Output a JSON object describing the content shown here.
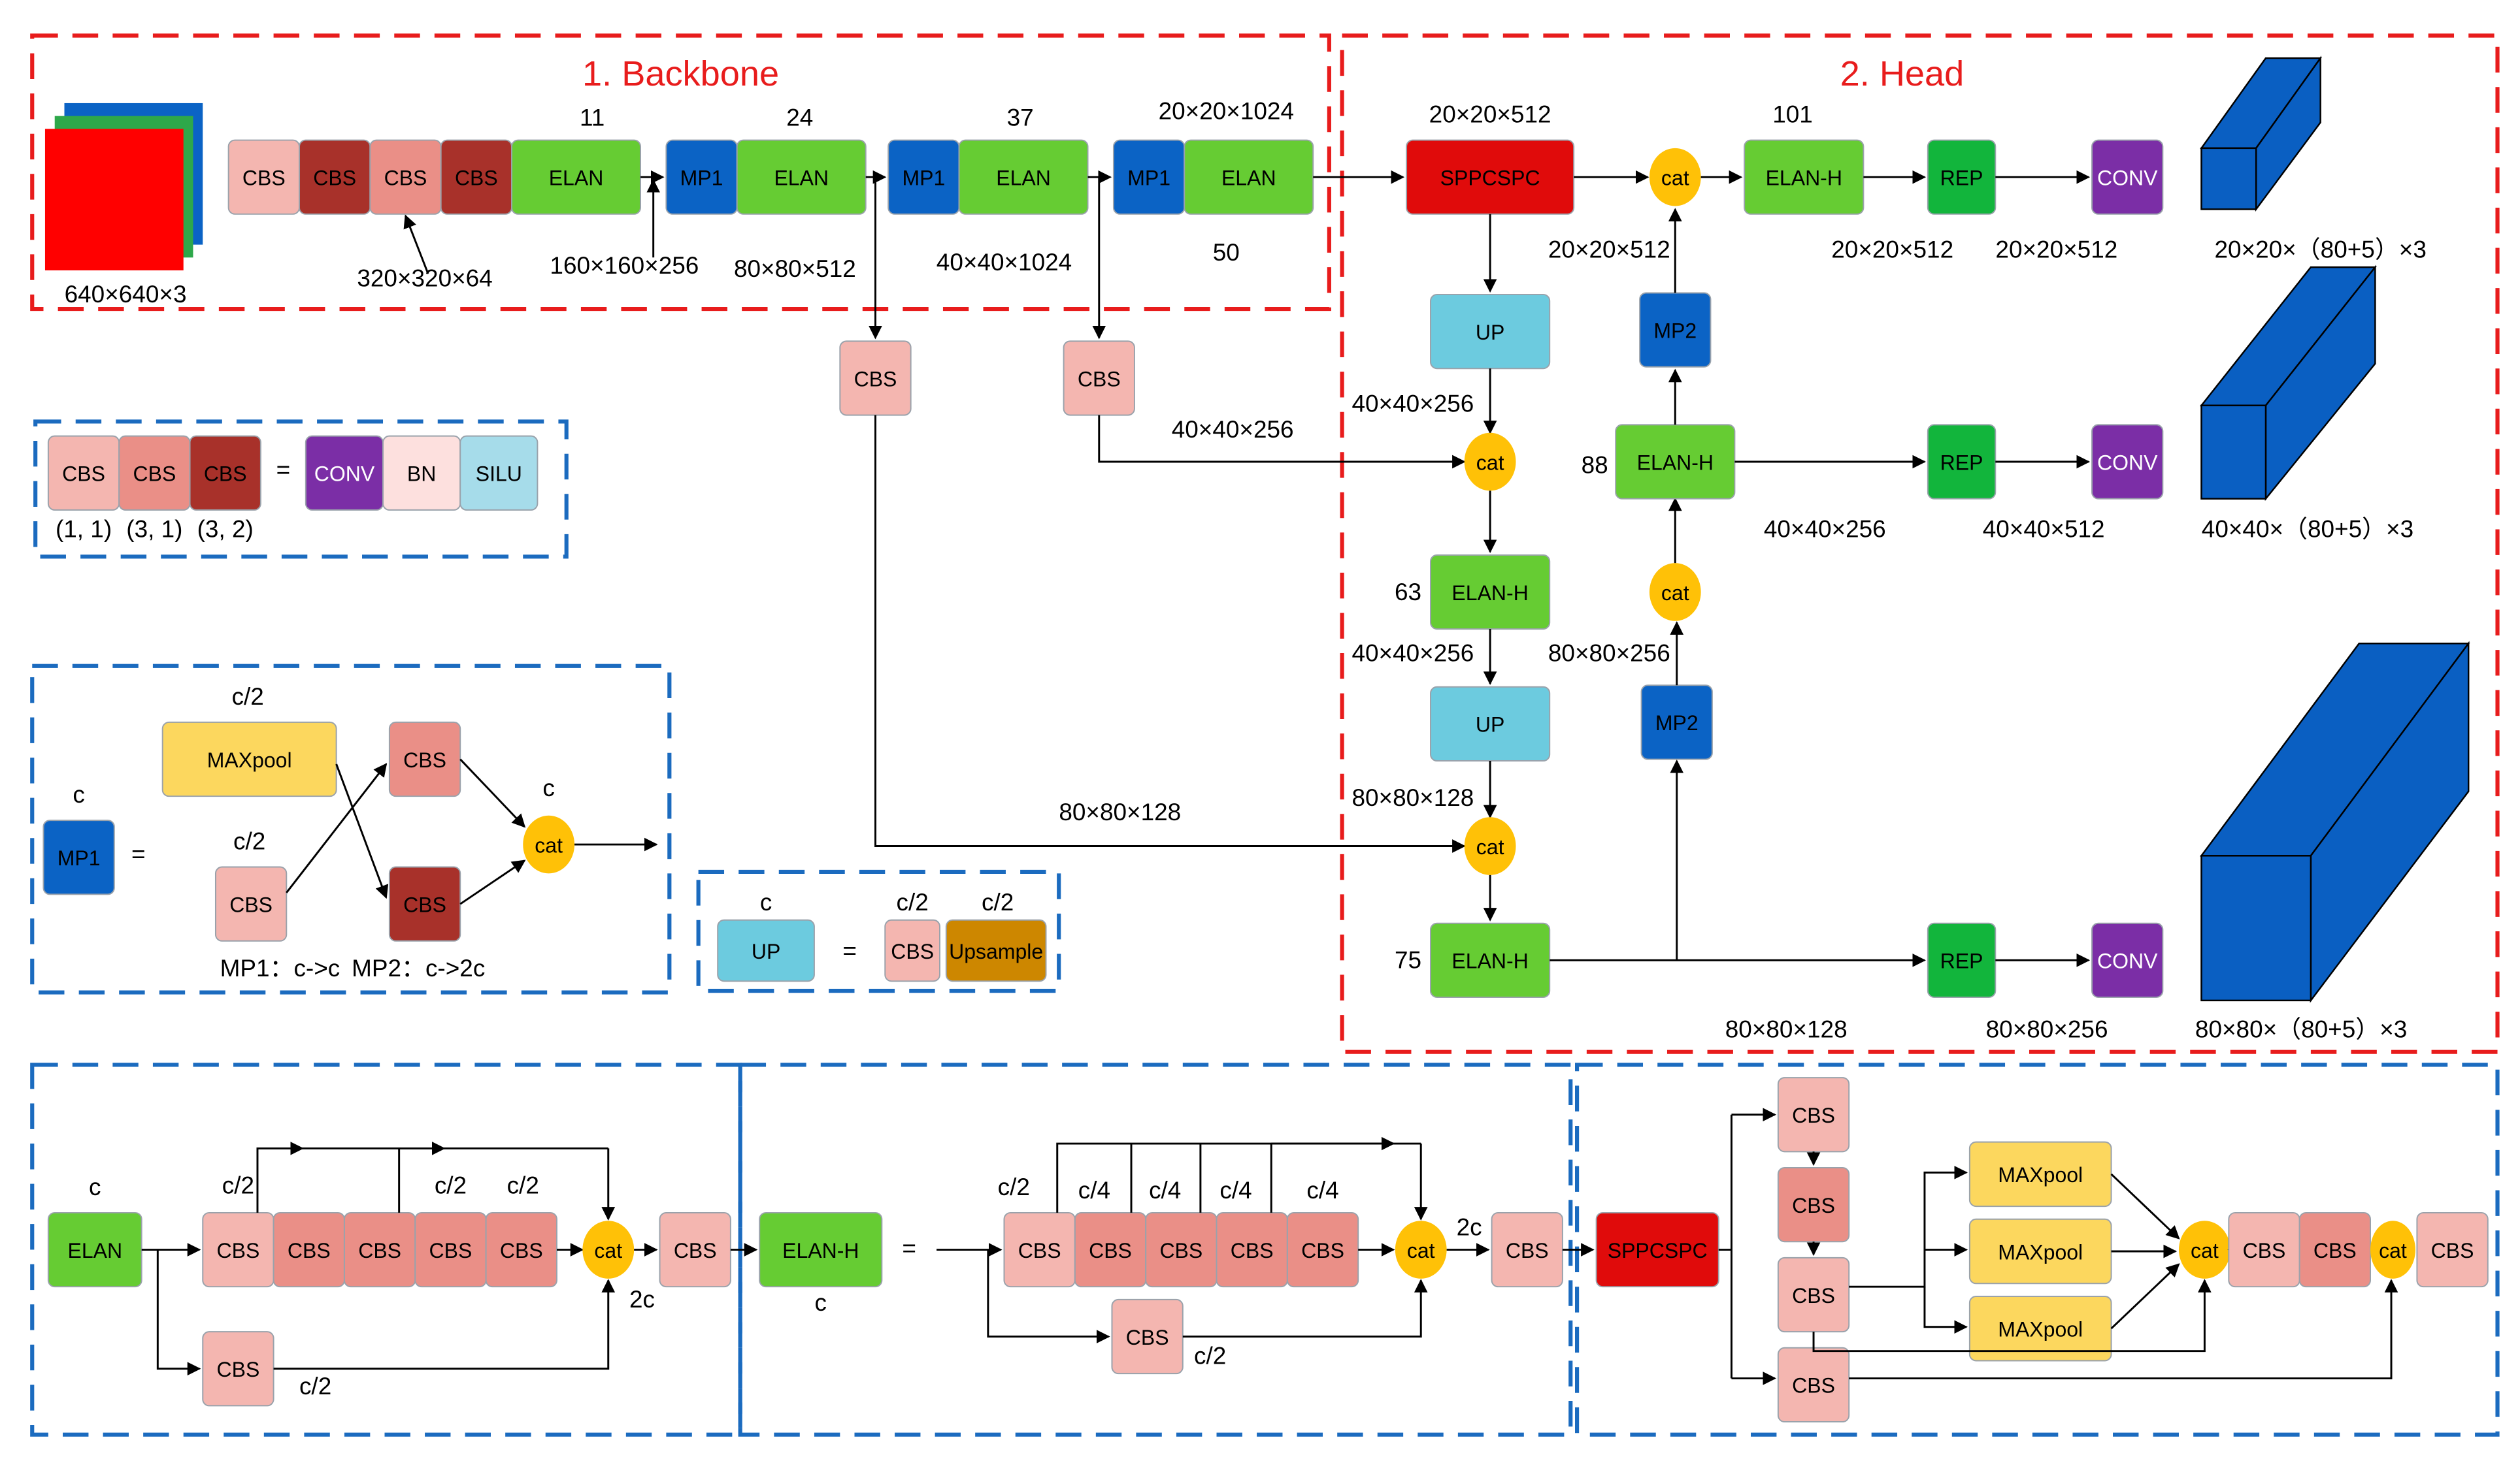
{
  "sections": {
    "backbone": {
      "title": "1. Backbone",
      "color": "#e81c1c"
    },
    "head": {
      "title": "2. Head",
      "color": "#e81c1c"
    }
  },
  "colors": {
    "cbs_light": "#f4b6b0",
    "cbs_mid": "#ea8f87",
    "cbs_dark": "#a8312a",
    "elan": "#66cc33",
    "mp": "#0b63c5",
    "up": "#6ccbdf",
    "sppcspc": "#e00b0b",
    "rep": "#12b53c",
    "conv": "#7b2ea6",
    "cat": "#ffc107",
    "maxpool": "#fcd75e",
    "upsample": "#cd8700",
    "bn": "#fde0de",
    "silu": "#a6dcea",
    "cube": "#0a5fc2",
    "input_red": "#ff0000",
    "input_green": "#2ea84a",
    "input_blue": "#0b63c5",
    "dashed_blue": "#1b6bbf",
    "dashed_red": "#e81c1c"
  },
  "labels": {
    "cbs": "CBS",
    "elan": "ELAN",
    "elan_h": "ELAN-H",
    "mp1": "MP1",
    "mp2": "MP2",
    "up": "UP",
    "cat": "cat",
    "sppcspc": "SPPCSPC",
    "rep": "REP",
    "conv": "CONV",
    "bn": "BN",
    "silu": "SILU",
    "maxpool": "MAXpool",
    "upsample": "Upsample",
    "equals": "="
  },
  "backbone": {
    "input_dims": "640×640×3",
    "dims_320": "320×320×64",
    "dims_160": "160×160×256",
    "dims_80": "80×80×512",
    "dims_40": "40×40×1024",
    "dims_20_top": "20×20×1024",
    "layer_11": "11",
    "layer_24": "24",
    "layer_37": "37",
    "layer_50": "50",
    "dims_40_256": "40×40×256",
    "dims_80_128": "80×80×128"
  },
  "head": {
    "dims_spp": "20×20×512",
    "layer_101": "101",
    "dims_mp2_top": "20×20×512",
    "dims_elanh_top": "20×20×512",
    "dims_rep_top": "20×20×512",
    "out_top": "20×20×（80+5）×3",
    "dims_up1_out": "40×40×256",
    "layer_88": "88",
    "dims_elanh_mid": "40×40×256",
    "dims_rep_mid": "40×40×512",
    "out_mid": "40×40×（80+5）×3",
    "layer_63": "63",
    "dims_63_out": "40×40×256",
    "dims_mp2_in": "80×80×256",
    "dims_up2_out": "80×80×128",
    "layer_75": "75",
    "dims_75_out": "80×80×128",
    "dims_rep_bot": "80×80×256",
    "out_bot": "80×80×（80+5）×3"
  },
  "legend_cbs": {
    "k1": "(1, 1)",
    "k2": "(3, 1)",
    "k3": "(3, 2)"
  },
  "legend_mp1": {
    "c_left": "c",
    "c_half_top": "c/2",
    "c_half_bottom": "c/2",
    "c_out": "c",
    "caption_mp1": "MP1：c->c",
    "caption_mp2": "MP2：c->2c"
  },
  "legend_up": {
    "c": "c",
    "c_half_a": "c/2",
    "c_half_b": "c/2"
  },
  "legend_elan": {
    "c": "c",
    "c_half_a": "c/2",
    "c_half_b": "c/2",
    "c_half_c": "c/2",
    "c_half_d": "c/2",
    "out_2c": "2c"
  },
  "legend_elanh": {
    "c": "c",
    "c_half_a": "c/2",
    "c_q1": "c/4",
    "c_q2": "c/4",
    "c_q3": "c/4",
    "c_q4": "c/4",
    "c_half_b": "c/2",
    "out_2c": "2c"
  }
}
